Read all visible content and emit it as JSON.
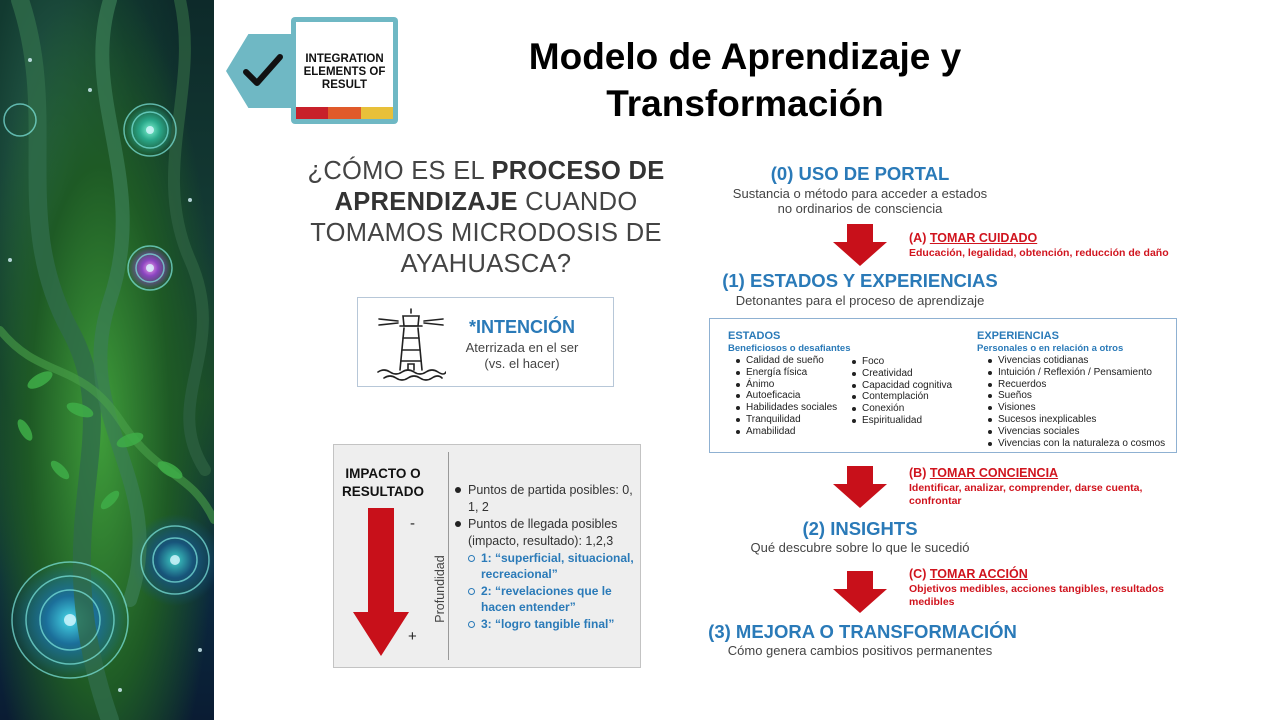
{
  "title": "Modelo de Aprendizaje y\nTransformación",
  "badge": {
    "text": "INTEGRATION\nELEMENTS OF\nRESULT",
    "colors": {
      "frame": "#6fb8c4",
      "stripe_1": "#c8202a",
      "stripe_2": "#e05a2a",
      "stripe_3": "#e8c03a"
    },
    "icon": "checkmark-icon"
  },
  "question": {
    "part1": "¿CÓMO ES EL ",
    "bold1": "PROCESO DE",
    "bold2": "APRENDIZAJE",
    "part2": " CUANDO",
    "line3": "TOMAMOS MICRODOSIS DE",
    "line4": "AYAHUASCA?"
  },
  "intention": {
    "title": "*INTENCIÓN",
    "subtitle": "Aterrizada en el ser\n(vs. el hacer)",
    "icon": "lighthouse-icon"
  },
  "impact": {
    "label": "IMPACTO O\nRESULTADO",
    "minus": "-",
    "plus": "+",
    "axis": "Profundidad",
    "bullet1": "Puntos de partida posibles: 0, 1, 2",
    "bullet2": "Puntos de llegada posibles (impacto, resultado): 1,2,3",
    "sub1": "1: “superficial, situacional, recreacional”",
    "sub2": "2: “revelaciones que le hacen entender”",
    "sub3": "3: “logro tangible final”"
  },
  "flow": {
    "step0": {
      "title": "(0) USO DE PORTAL",
      "subtitle": "Sustancia o método para acceder a estados\nno ordinarios de consciencia"
    },
    "actionA": {
      "prefix": "(A) ",
      "title": "TOMAR CUIDADO",
      "subtitle": "Educación, legalidad, obtención, reducción de daño"
    },
    "step1": {
      "title": "(1) ESTADOS Y EXPERIENCIAS",
      "subtitle": "Detonantes para el proceso de aprendizaje"
    },
    "estados": {
      "header": "ESTADOS",
      "subheader": "Beneficiosos o desafiantes",
      "col1": [
        "Calidad de sueño",
        "Energía física",
        "Ánimo",
        "Autoeficacia",
        "Habilidades sociales",
        "Tranquilidad",
        "Amabilidad"
      ],
      "col2": [
        "Foco",
        "Creatividad",
        "Capacidad cognitiva",
        "Contemplación",
        "Conexión",
        "Espiritualidad"
      ]
    },
    "experiencias": {
      "header": "EXPERIENCIAS",
      "subheader": "Personales o en relación a otros",
      "items": [
        "Vivencias cotidianas",
        "Intuición / Reflexión / Pensamiento",
        "Recuerdos",
        "Sueños",
        "Visiones",
        "Sucesos inexplicables",
        "Vivencias sociales",
        "Vivencias con la naturaleza o cosmos"
      ]
    },
    "actionB": {
      "prefix": "(B) ",
      "title": "TOMAR CONCIENCIA",
      "subtitle": "Identificar, analizar, comprender, darse cuenta,\nconfrontar"
    },
    "step2": {
      "title": "(2) INSIGHTS",
      "subtitle": "Qué descubre sobre lo que le sucedió"
    },
    "actionC": {
      "prefix": "(C) ",
      "title": "TOMAR ACCIÓN",
      "subtitle": "Objetivos medibles, acciones tangibles, resultados\nmedibles"
    },
    "step3": {
      "title": "(3) MEJORA O TRANSFORMACIÓN",
      "subtitle": "Cómo genera cambios positivos permanentes"
    }
  },
  "colors": {
    "blue": "#2a7ab8",
    "red": "#d0141e",
    "arrow_red": "#c8101a"
  }
}
